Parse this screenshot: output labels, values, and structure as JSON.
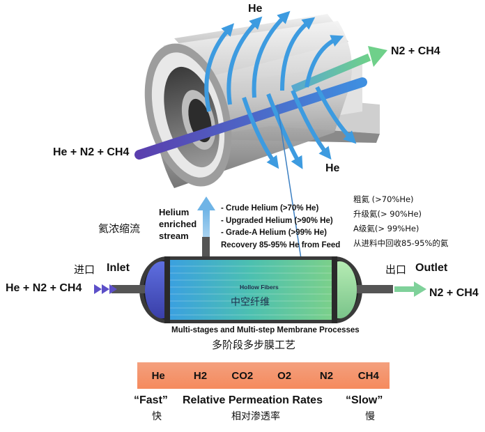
{
  "top": {
    "he_top": "He",
    "he_bottom": "He",
    "feed": "He + N2 + CH4",
    "retentate": "N2 + CH4"
  },
  "module": {
    "cn_concentrate": "氦浓缩流",
    "helium_stream": [
      "Helium",
      "enriched",
      "stream"
    ],
    "inlet_cn": "进口",
    "inlet_en": "Inlet",
    "inlet_gas": "He + N2 + CH4",
    "outlet_cn": "出口",
    "outlet_en": "Outlet",
    "outlet_gas": "N2 + CH4",
    "fibers_en": "Hollow Fibers",
    "fibers_cn": "中空纤维"
  },
  "notes": [
    "- Crude Helium (>70% He)",
    "- Upgraded Helium (>90% He)",
    "- Grade-A Helium (>99% He)",
    "Recovery 85-95% He from Feed"
  ],
  "notes_cn": [
    "粗氦 (>70%He)",
    "升级氦(> 90%He)",
    "A级氦(> 99%He)",
    "从进料中回收85-95%的氦"
  ],
  "process": {
    "en": "Multi-stages and Multi-step Membrane Processes",
    "cn": "多阶段多步膜工艺"
  },
  "rates": {
    "gases": [
      "He",
      "H2",
      "CO2",
      "O2",
      "N2",
      "CH4"
    ],
    "fast_en": "“Fast”",
    "fast_cn": "快",
    "title_en": "Relative Permeation Rates",
    "title_cn": "相对渗透率",
    "slow_en": "“Slow”",
    "slow_cn": "慢"
  },
  "colors": {
    "he_arrow": "#3d9be0",
    "feed_arrow": "#6b4fc4",
    "retentate_arrow": "#5cc08a",
    "rate_bar": "#f58a5d"
  }
}
